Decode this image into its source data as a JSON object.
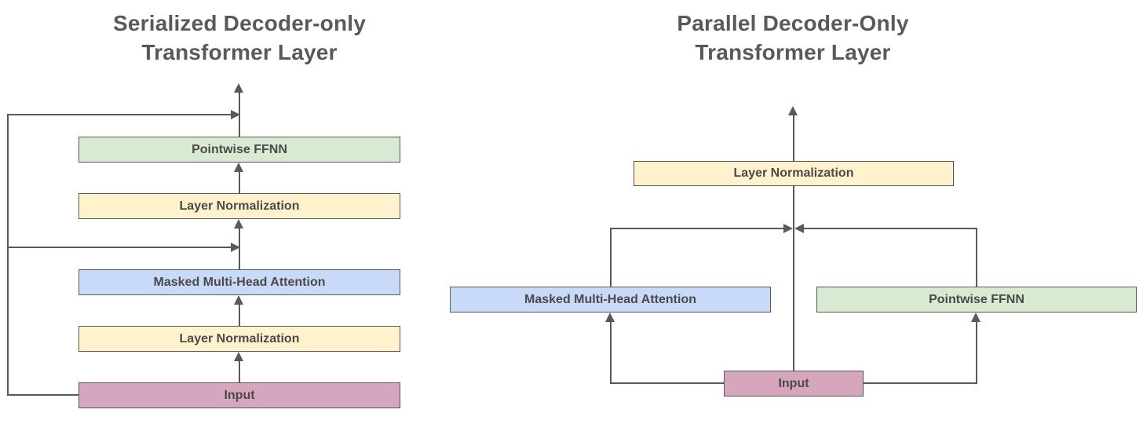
{
  "colors": {
    "ffnn": "#d9ead3",
    "layernorm": "#fff2cc",
    "attention": "#c9daf8",
    "input": "#d5a6bd",
    "line": "#595959",
    "text": "#4a4a4a",
    "title": "#595959",
    "background": "#ffffff"
  },
  "diagrams": [
    {
      "name": "serialized",
      "title": "Serialized Decoder-only\nTransformer Layer",
      "blocks": [
        {
          "label": "Pointwise FFNN",
          "kind": "ffnn"
        },
        {
          "label": "Layer Normalization",
          "kind": "layernorm"
        },
        {
          "label": "Masked Multi-Head Attention",
          "kind": "attention"
        },
        {
          "label": "Layer Normalization",
          "kind": "layernorm"
        },
        {
          "label": "Input",
          "kind": "input"
        }
      ]
    },
    {
      "name": "parallel",
      "title": "Parallel Decoder-Only\nTransformer Layer",
      "blocks": [
        {
          "label": "Layer Normalization",
          "kind": "layernorm"
        },
        {
          "label": "Masked Multi-Head Attention",
          "kind": "attention"
        },
        {
          "label": "Pointwise FFNN",
          "kind": "ffnn"
        },
        {
          "label": "Input",
          "kind": "input"
        }
      ]
    }
  ]
}
